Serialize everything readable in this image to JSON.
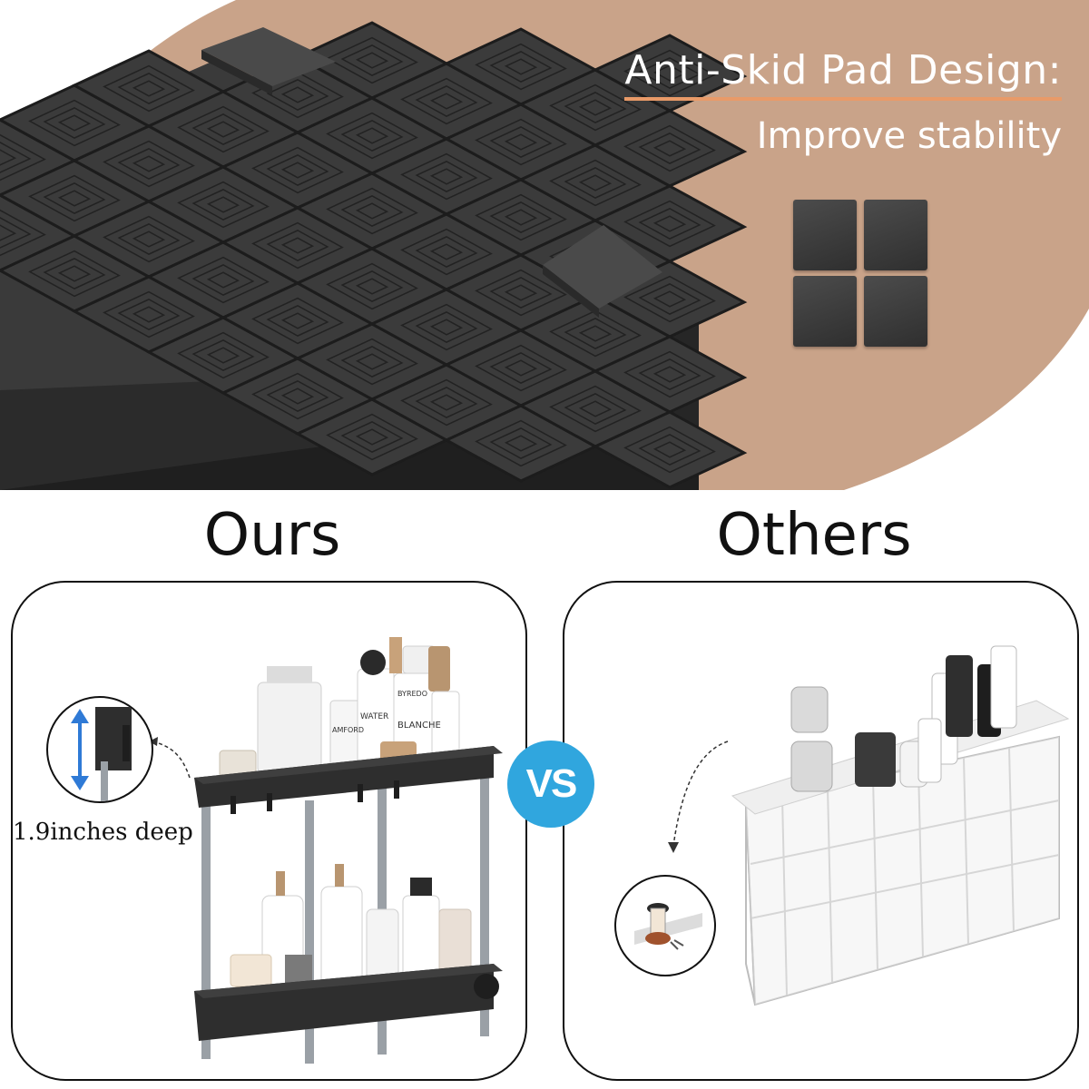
{
  "feature": {
    "title": "Anti-Skid Pad Design:",
    "subtitle": "Improve stability"
  },
  "comparison": {
    "left_title": "Ours",
    "right_title": "Others",
    "vs_label": "VS",
    "depth_label": "1.9inches deep"
  },
  "colors": {
    "tan_background": "#c9a389",
    "accent_underline": "#e99a68",
    "vs_badge": "#30a6de",
    "rack_dark": "#2e2e2e"
  },
  "icons": {
    "depth_arrow": "double-arrow-vertical-icon",
    "curved_arrow": "curved-arrow-icon"
  },
  "product_labels": {
    "bottle_1": "WATER",
    "bottle_2": "BYREDO",
    "bottle_3": "BLANCHE",
    "jar": "AMFORD"
  }
}
